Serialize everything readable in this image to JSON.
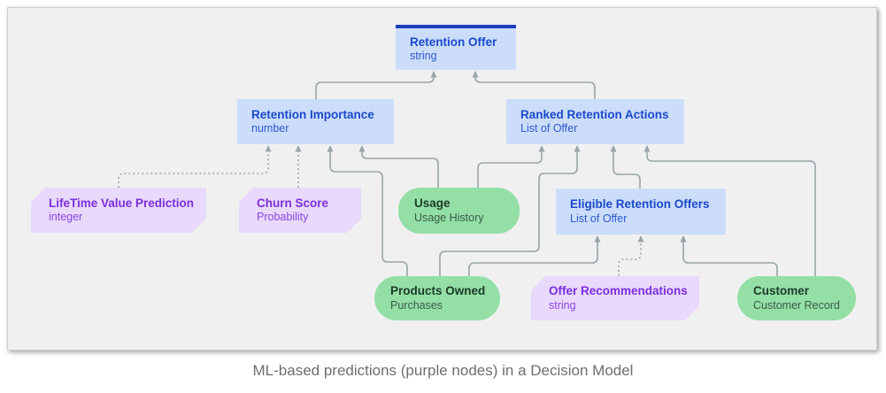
{
  "caption": "ML-based predictions (purple nodes) in a Decision Model",
  "colors": {
    "page-bg": "#ffffff",
    "panel-bg": "#f0f0f0",
    "panel-border": "#cfcfcf",
    "line": "#9aa5a9",
    "caption": "#6e6e6e",
    "blue-fill": "#cbddfa",
    "blue-title": "#1b49cc",
    "blue-sub": "#2d5ad1",
    "blue-bar": "#1c3dbe",
    "purple-fill": "#e9d9fc",
    "purple-title": "#7b2fdc",
    "purple-sub": "#8947e2",
    "green-fill": "#94dfa6",
    "green-title": "#1c3a28",
    "green-sub": "#3a5c47"
  },
  "diagram": {
    "nodes": [
      {
        "id": "retention-offer",
        "title": "Retention Offer",
        "subtitle": "string",
        "type": "decision",
        "selected": true
      },
      {
        "id": "retention-importance",
        "title": "Retention Importance",
        "subtitle": "number",
        "type": "decision",
        "selected": false
      },
      {
        "id": "ranked-retention-actions",
        "title": "Ranked Retention Actions",
        "subtitle": "List of Offer",
        "type": "decision",
        "selected": false
      },
      {
        "id": "lifetime-value-prediction",
        "title": "LifeTime Value Prediction",
        "subtitle": "integer",
        "type": "prediction",
        "selected": false
      },
      {
        "id": "churn-score",
        "title": "Churn Score",
        "subtitle": "Probability",
        "type": "prediction",
        "selected": false
      },
      {
        "id": "usage",
        "title": "Usage",
        "subtitle": "Usage History",
        "type": "input-data",
        "selected": false
      },
      {
        "id": "eligible-retention-offers",
        "title": "Eligible Retention Offers",
        "subtitle": "List of Offer",
        "type": "decision",
        "selected": false
      },
      {
        "id": "products-owned",
        "title": "Products Owned",
        "subtitle": "Purchases",
        "type": "input-data",
        "selected": false
      },
      {
        "id": "offer-recommendations",
        "title": "Offer Recommendations",
        "subtitle": "string",
        "type": "prediction",
        "selected": false
      },
      {
        "id": "customer",
        "title": "Customer",
        "subtitle": "Customer Record",
        "type": "input-data",
        "selected": false
      }
    ],
    "edges": [
      {
        "from": "retention-importance",
        "to": "retention-offer",
        "style": "solid"
      },
      {
        "from": "ranked-retention-actions",
        "to": "retention-offer",
        "style": "solid"
      },
      {
        "from": "lifetime-value-prediction",
        "to": "retention-importance",
        "style": "dotted"
      },
      {
        "from": "churn-score",
        "to": "retention-importance",
        "style": "dotted"
      },
      {
        "from": "products-owned",
        "to": "retention-importance",
        "style": "solid"
      },
      {
        "from": "usage",
        "to": "retention-importance",
        "style": "solid"
      },
      {
        "from": "usage",
        "to": "ranked-retention-actions",
        "style": "solid"
      },
      {
        "from": "products-owned",
        "to": "ranked-retention-actions",
        "style": "solid"
      },
      {
        "from": "eligible-retention-offers",
        "to": "ranked-retention-actions",
        "style": "solid"
      },
      {
        "from": "customer",
        "to": "ranked-retention-actions",
        "style": "solid"
      },
      {
        "from": "products-owned",
        "to": "eligible-retention-offers",
        "style": "solid"
      },
      {
        "from": "offer-recommendations",
        "to": "eligible-retention-offers",
        "style": "dotted"
      },
      {
        "from": "customer",
        "to": "eligible-retention-offers",
        "style": "solid"
      }
    ]
  }
}
